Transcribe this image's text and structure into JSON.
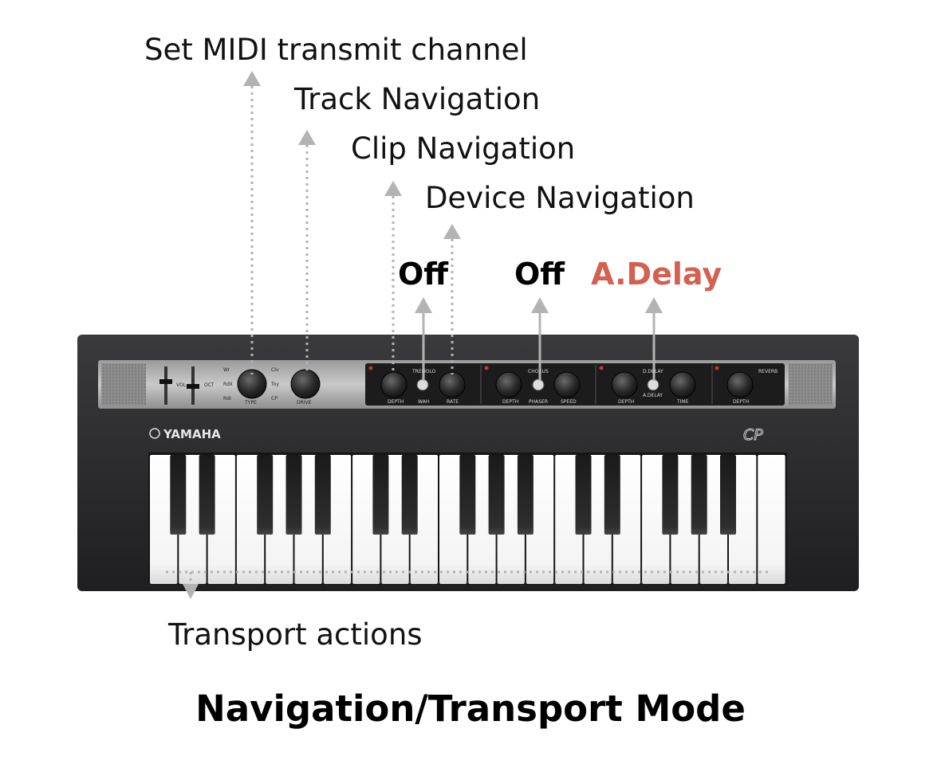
{
  "annotations": {
    "midi_channel": "Set MIDI transmit channel",
    "track_nav": "Track Navigation",
    "clip_nav": "Clip Navigation",
    "device_nav": "Device Navigation",
    "transport": "Transport actions"
  },
  "values": {
    "tremolo": "Off",
    "chorus": "Off",
    "delay": "A.Delay"
  },
  "title": "Navigation/Transport Mode",
  "device": {
    "brand": "YAMAHA",
    "logo": "CP",
    "panel": {
      "vol": "VOL",
      "oct": "OCT",
      "type": "TYPE",
      "drive": "DRIVE",
      "type_wr": "Wr",
      "type_rd2": "RdII",
      "type_rd1": "RdI",
      "type_clv": "Clv",
      "type_toy": "Toy",
      "type_cp": "CP",
      "tremolo": "TREMOLO",
      "wah": "WAH",
      "chorus": "CHORUS",
      "phaser": "PHASER",
      "ddelay": "D.DELAY",
      "adelay": "A.DELAY",
      "reverb": "REVERB",
      "depth": "DEPTH",
      "rate": "RATE",
      "speed": "SPEED",
      "time": "TIME"
    }
  },
  "colors": {
    "accent": "#d4604f",
    "guide": "#b3b3b3",
    "body": "#2c2c2e"
  }
}
